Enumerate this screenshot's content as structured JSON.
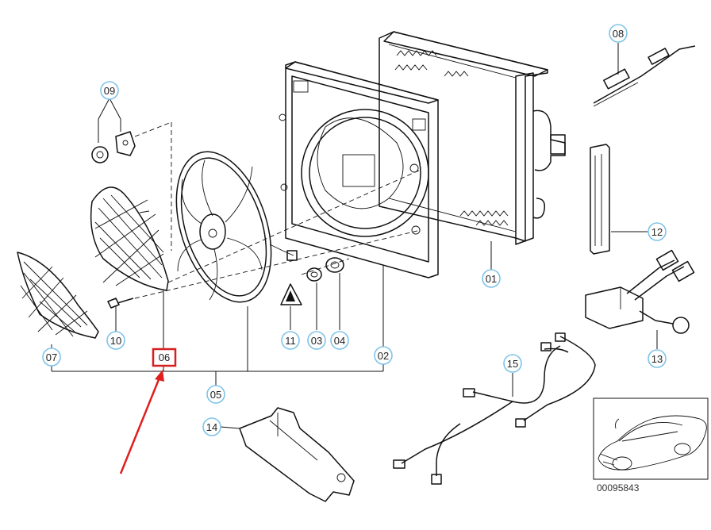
{
  "diagram": {
    "callouts": {
      "c01": "01",
      "c02": "02",
      "c03": "03",
      "c04": "04",
      "c05": "05",
      "c06": "06",
      "c07": "07",
      "c08": "08",
      "c09": "09",
      "c10": "10",
      "c11": "11",
      "c12": "12",
      "c13": "13",
      "c14": "14",
      "c15": "15"
    },
    "highlighted_part": "06",
    "highlight_color": "#d62020",
    "arrow_color": "#e01e1e",
    "callout_border_color": "#7ec3e8",
    "reference_image_caption": "00095843"
  }
}
